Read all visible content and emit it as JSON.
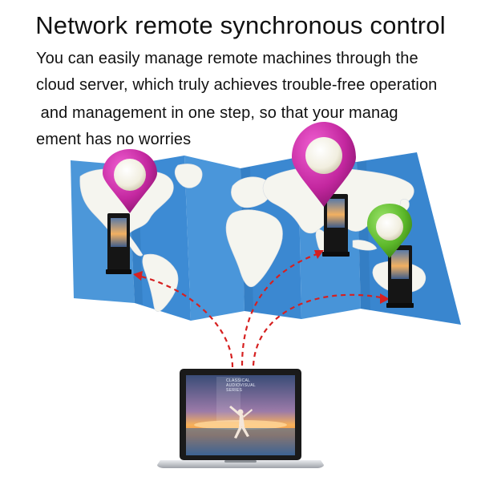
{
  "header": {
    "title": "Network remote synchronous control"
  },
  "description": {
    "lines": [
      "You can easily manage remote machines through the",
      "cloud server, which truly achieves trouble-free operation",
      " and management in one step, so that your manag",
      "ement has no worries"
    ]
  },
  "laptop_screen": {
    "overlay_lines": [
      "CLASSICAL",
      "AUDIOVISUAL",
      "SERIES"
    ]
  },
  "colors": {
    "ocean": "#3f8ed6",
    "ocean_light": "#7fbbe9",
    "land": "#f4f4ee",
    "pin_magenta": "#c0289e",
    "pin_green": "#5cb82a",
    "arrow_red": "#d62020",
    "kiosk_body": "#151515"
  },
  "icons": [
    "map-pin-magenta-icon",
    "map-pin-magenta-icon",
    "map-pin-green-icon",
    "kiosk-icon",
    "laptop-icon"
  ]
}
